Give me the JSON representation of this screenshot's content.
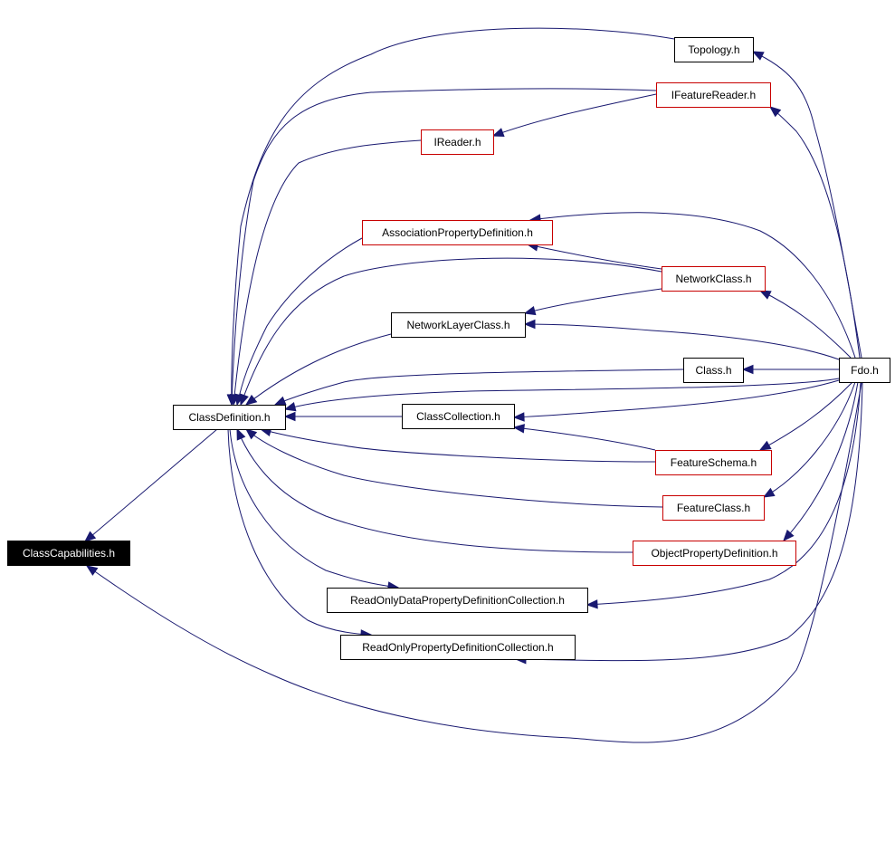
{
  "graph": {
    "edge_color": "#191970",
    "nodes": [
      {
        "id": "ClassCapabilities",
        "label": "ClassCapabilities.h",
        "style": "root"
      },
      {
        "id": "ClassDefinition",
        "label": "ClassDefinition.h",
        "style": "black"
      },
      {
        "id": "Topology",
        "label": "Topology.h",
        "style": "black"
      },
      {
        "id": "IFeatureReader",
        "label": "IFeatureReader.h",
        "style": "red"
      },
      {
        "id": "IReader",
        "label": "IReader.h",
        "style": "red"
      },
      {
        "id": "AssociationPropertyDefinition",
        "label": "AssociationPropertyDefinition.h",
        "style": "red"
      },
      {
        "id": "NetworkClass",
        "label": "NetworkClass.h",
        "style": "red"
      },
      {
        "id": "NetworkLayerClass",
        "label": "NetworkLayerClass.h",
        "style": "black"
      },
      {
        "id": "Class",
        "label": "Class.h",
        "style": "black"
      },
      {
        "id": "Fdo",
        "label": "Fdo.h",
        "style": "black"
      },
      {
        "id": "ClassCollection",
        "label": "ClassCollection.h",
        "style": "black"
      },
      {
        "id": "FeatureSchema",
        "label": "FeatureSchema.h",
        "style": "red"
      },
      {
        "id": "FeatureClass",
        "label": "FeatureClass.h",
        "style": "red"
      },
      {
        "id": "ObjectPropertyDefinition",
        "label": "ObjectPropertyDefinition.h",
        "style": "red"
      },
      {
        "id": "ReadOnlyDataPropertyDefinitionCollection",
        "label": "ReadOnlyDataPropertyDefinitionCollection.h",
        "style": "black"
      },
      {
        "id": "ReadOnlyPropertyDefinitionCollection",
        "label": "ReadOnlyPropertyDefinitionCollection.h",
        "style": "black"
      }
    ],
    "edges": [
      {
        "from": "ClassDefinition",
        "to": "ClassCapabilities"
      },
      {
        "from": "Fdo",
        "to": "ClassCapabilities"
      },
      {
        "from": "Topology",
        "to": "ClassDefinition"
      },
      {
        "from": "IFeatureReader",
        "to": "ClassDefinition"
      },
      {
        "from": "IReader",
        "to": "ClassDefinition"
      },
      {
        "from": "AssociationPropertyDefinition",
        "to": "ClassDefinition"
      },
      {
        "from": "NetworkClass",
        "to": "ClassDefinition"
      },
      {
        "from": "NetworkLayerClass",
        "to": "ClassDefinition"
      },
      {
        "from": "Class",
        "to": "ClassDefinition"
      },
      {
        "from": "ClassCollection",
        "to": "ClassDefinition"
      },
      {
        "from": "FeatureSchema",
        "to": "ClassDefinition"
      },
      {
        "from": "FeatureClass",
        "to": "ClassDefinition"
      },
      {
        "from": "ObjectPropertyDefinition",
        "to": "ClassDefinition"
      },
      {
        "from": "Fdo",
        "to": "ClassDefinition"
      },
      {
        "from": "ClassDefinition",
        "to": "ReadOnlyDataPropertyDefinitionCollection"
      },
      {
        "from": "ClassDefinition",
        "to": "ReadOnlyPropertyDefinitionCollection"
      },
      {
        "from": "IFeatureReader",
        "to": "IReader"
      },
      {
        "from": "NetworkClass",
        "to": "AssociationPropertyDefinition"
      },
      {
        "from": "NetworkClass",
        "to": "NetworkLayerClass"
      },
      {
        "from": "FeatureSchema",
        "to": "ClassCollection"
      },
      {
        "from": "Fdo",
        "to": "Topology"
      },
      {
        "from": "Fdo",
        "to": "IFeatureReader"
      },
      {
        "from": "Fdo",
        "to": "AssociationPropertyDefinition"
      },
      {
        "from": "Fdo",
        "to": "NetworkClass"
      },
      {
        "from": "Fdo",
        "to": "NetworkLayerClass"
      },
      {
        "from": "Fdo",
        "to": "Class"
      },
      {
        "from": "Fdo",
        "to": "ClassCollection"
      },
      {
        "from": "Fdo",
        "to": "FeatureSchema"
      },
      {
        "from": "Fdo",
        "to": "FeatureClass"
      },
      {
        "from": "Fdo",
        "to": "ObjectPropertyDefinition"
      },
      {
        "from": "Fdo",
        "to": "ReadOnlyDataPropertyDefinitionCollection"
      },
      {
        "from": "Fdo",
        "to": "ReadOnlyPropertyDefinitionCollection"
      }
    ]
  }
}
